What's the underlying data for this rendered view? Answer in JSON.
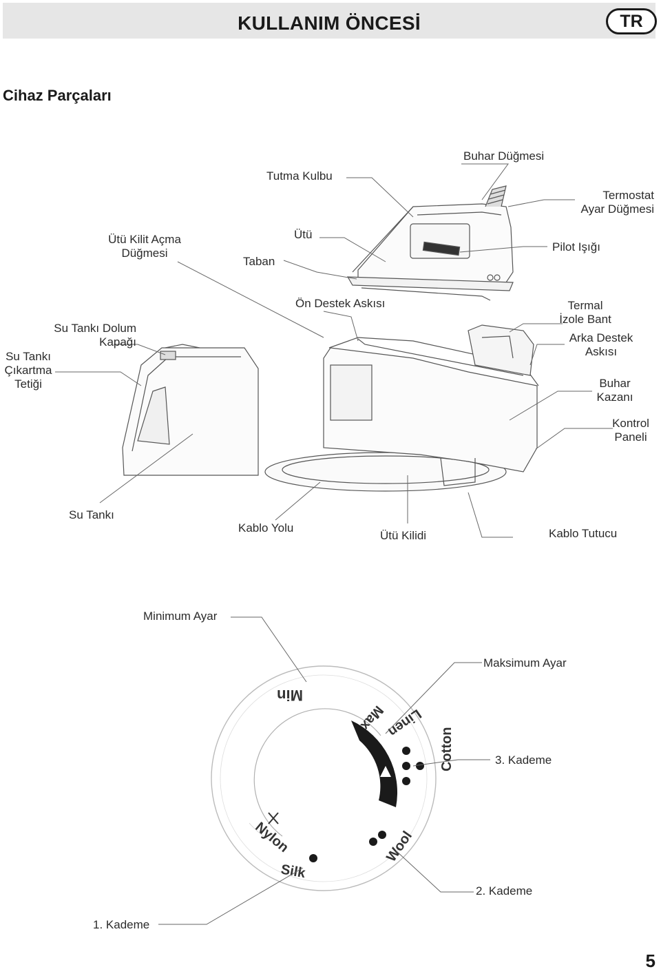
{
  "header": {
    "title": "KULLANIM ÖNCESİ",
    "lang": "TR"
  },
  "section_title": "Cihaz Parçaları",
  "parts": {
    "tutma_kulbu": "Tutma Kulbu",
    "buhar_dugmesi": "Buhar Düğmesi",
    "termostat_1": "Termostat",
    "termostat_2": "Ayar Düğmesi",
    "utu_kilit_1": "Ütü Kilit Açma",
    "utu_kilit_2": "Düğmesi",
    "utu": "Ütü",
    "taban": "Taban",
    "pilot": "Pilot Işığı",
    "on_destek": "Ön Destek Askısı",
    "termal_1": "Termal",
    "termal_2": "İzole Bant",
    "arka_1": "Arka Destek",
    "arka_2": "Askısı",
    "buhar_kazan_1": "Buhar",
    "buhar_kazan_2": "Kazanı",
    "kontrol_1": "Kontrol",
    "kontrol_2": "Paneli",
    "dolum_1": "Su Tankı Dolum",
    "dolum_2": "Kapağı",
    "cikartma_1": "Su Tankı",
    "cikartma_2": "Çıkartma",
    "cikartma_3": "Tetiği",
    "su_tanki": "Su Tankı",
    "kablo_yolu": "Kablo Yolu",
    "utu_kilidi": "Ütü Kilidi",
    "kablo_tutucu": "Kablo Tutucu"
  },
  "dial": {
    "minimum": "Minimum Ayar",
    "maksimum": "Maksimum Ayar",
    "kademe3": "3. Kademe",
    "kademe2": "2. Kademe",
    "kademe1": "1. Kademe",
    "text_min": "Min",
    "text_max": "Max",
    "text_linen": "Linen",
    "text_cotton": "Cotton",
    "text_wool": "Wool",
    "text_nylon": "Nylon",
    "text_silk": "Silk"
  },
  "page_number": "5"
}
